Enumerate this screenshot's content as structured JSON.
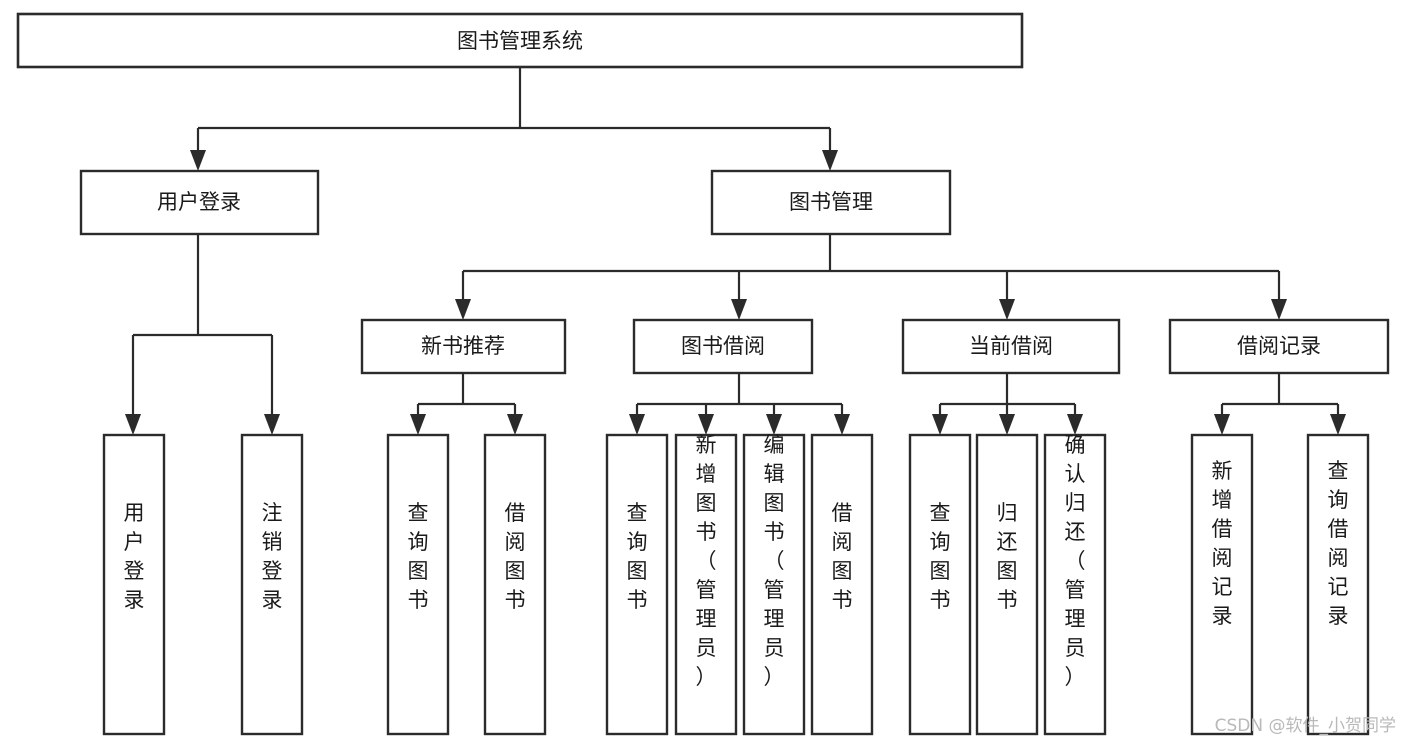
{
  "diagram": {
    "kind": "function-structure-tree",
    "title": "图书管理系统",
    "orientation": "top-down",
    "levels": 4,
    "colors": {
      "box_stroke": "#2b2b2b",
      "box_fill": "#ffffff",
      "connector": "#2b2b2b",
      "label": "#1a1a1a",
      "background": "#ffffff",
      "watermark": "#b9b9b9"
    },
    "nodes": {
      "root": {
        "label": "图书管理系统",
        "orient": "horizontal"
      },
      "level2": [
        {
          "label": "用户登录",
          "orient": "horizontal"
        },
        {
          "label": "图书管理",
          "orient": "horizontal"
        }
      ],
      "level3": [
        {
          "label": "新书推荐",
          "orient": "horizontal"
        },
        {
          "label": "图书借阅",
          "orient": "horizontal"
        },
        {
          "label": "当前借阅",
          "orient": "horizontal"
        },
        {
          "label": "借阅记录",
          "orient": "horizontal"
        }
      ],
      "leaves": {
        "user_login": [
          {
            "label": "用户登录",
            "orient": "vertical"
          },
          {
            "label": "注销登录",
            "orient": "vertical"
          }
        ],
        "new_book_recommend": [
          {
            "label": "查询图书",
            "orient": "vertical"
          },
          {
            "label": "借阅图书",
            "orient": "vertical"
          }
        ],
        "book_borrow": [
          {
            "label": "查询图书",
            "orient": "vertical"
          },
          {
            "label": "新增图书（管理员）",
            "orient": "vertical"
          },
          {
            "label": "编辑图书（管理员）",
            "orient": "vertical"
          },
          {
            "label": "借阅图书",
            "orient": "vertical"
          }
        ],
        "current_borrow": [
          {
            "label": "查询图书",
            "orient": "vertical"
          },
          {
            "label": "归还图书",
            "orient": "vertical"
          },
          {
            "label": "确认归还（管理员）",
            "orient": "vertical"
          }
        ],
        "borrow_record": [
          {
            "label": "新增借阅记录",
            "orient": "vertical"
          },
          {
            "label": "查询借阅记录",
            "orient": "vertical"
          }
        ]
      }
    }
  },
  "watermark": {
    "text": "CSDN @软件_小贺同学"
  }
}
